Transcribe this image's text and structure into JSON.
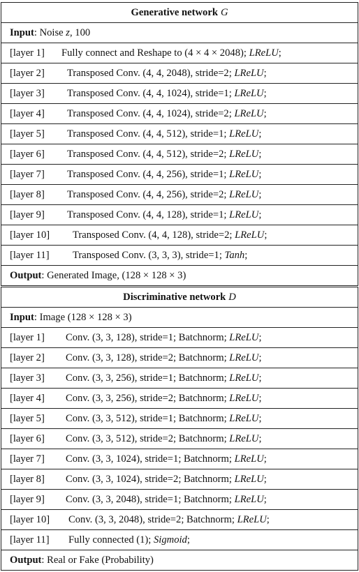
{
  "generator": {
    "header": {
      "title": "Generative network",
      "symbol": "G"
    },
    "input": {
      "key": "Input",
      "value": ": Noise ",
      "var": "z",
      "rest": ", 100"
    },
    "layers": [
      {
        "label": "[layer 1]",
        "op": "Fully connect and Reshape to (4 × 4 × 2048);",
        "act": "LReLU",
        "end": ";"
      },
      {
        "label": "[layer 2]",
        "op": "Transposed Conv. (4, 4, 2048), stride=2;",
        "act": "LReLU",
        "end": ";"
      },
      {
        "label": "[layer 3]",
        "op": "Transposed Conv. (4, 4, 1024), stride=1;",
        "act": "LReLU",
        "end": ";"
      },
      {
        "label": "[layer 4]",
        "op": "Transposed Conv. (4, 4, 1024), stride=2;",
        "act": "LReLU",
        "end": ";"
      },
      {
        "label": "[layer 5]",
        "op": "Transposed Conv. (4, 4, 512), stride=1;",
        "act": "LReLU",
        "end": ";"
      },
      {
        "label": "[layer 6]",
        "op": "Transposed Conv. (4, 4, 512), stride=2;",
        "act": "LReLU",
        "end": ";"
      },
      {
        "label": "[layer 7]",
        "op": "Transposed Conv. (4, 4, 256), stride=1;",
        "act": "LReLU",
        "end": ";"
      },
      {
        "label": "[layer 8]",
        "op": "Transposed Conv. (4, 4, 256), stride=2;",
        "act": "LReLU",
        "end": ";"
      },
      {
        "label": "[layer 9]",
        "op": "Transposed Conv. (4, 4, 128), stride=1;",
        "act": "LReLU",
        "end": ";"
      },
      {
        "label": "[layer 10]",
        "op": "Transposed Conv. (4, 4, 128), stride=2;",
        "act": "LReLU",
        "end": ";"
      },
      {
        "label": "[layer 11]",
        "op": "Transposed Conv. (3, 3, 3), stride=1;",
        "act": "Tanh",
        "end": ";"
      }
    ],
    "output": {
      "key": "Output",
      "value": ": Generated Image, (128 × 128 × 3)"
    }
  },
  "discriminator": {
    "header": {
      "title": "Discriminative network",
      "symbol": "D"
    },
    "input": {
      "key": "Input",
      "value": ": Image (128 × 128 × 3)"
    },
    "layers": [
      {
        "label": "[layer 1]",
        "op": "Conv. (3, 3, 128), stride=1; Batchnorm;",
        "act": "LReLU",
        "end": ";"
      },
      {
        "label": "[layer 2]",
        "op": "Conv. (3, 3, 128), stride=2; Batchnorm;",
        "act": "LReLU",
        "end": ";"
      },
      {
        "label": "[layer 3]",
        "op": "Conv. (3, 3, 256), stride=1; Batchnorm;",
        "act": "LReLU",
        "end": ";"
      },
      {
        "label": "[layer 4]",
        "op": "Conv. (3, 3, 256), stride=2; Batchnorm;",
        "act": "LReLU",
        "end": ";"
      },
      {
        "label": "[layer 5]",
        "op": "Conv. (3, 3, 512), stride=1; Batchnorm;",
        "act": "LReLU",
        "end": ";"
      },
      {
        "label": "[layer 6]",
        "op": "Conv. (3, 3, 512), stride=2; Batchnorm;",
        "act": "LReLU",
        "end": ";"
      },
      {
        "label": "[layer 7]",
        "op": "Conv. (3, 3, 1024), stride=1; Batchnorm;",
        "act": "LReLU",
        "end": ";"
      },
      {
        "label": "[layer 8]",
        "op": "Conv. (3, 3, 1024), stride=2; Batchnorm;",
        "act": "LReLU",
        "end": ";"
      },
      {
        "label": "[layer 9]",
        "op": "Conv. (3, 3, 2048), stride=1; Batchnorm;",
        "act": "LReLU",
        "end": ";"
      },
      {
        "label": "[layer 10]",
        "op": "Conv. (3, 3, 2048), stride=2; Batchnorm;",
        "act": "LReLU",
        "end": ";"
      },
      {
        "label": "[layer 11]",
        "op": "Fully connected (1);",
        "act": "Sigmoid",
        "end": ";"
      }
    ],
    "output": {
      "key": "Output",
      "value": ": Real or Fake (Probability)"
    }
  }
}
